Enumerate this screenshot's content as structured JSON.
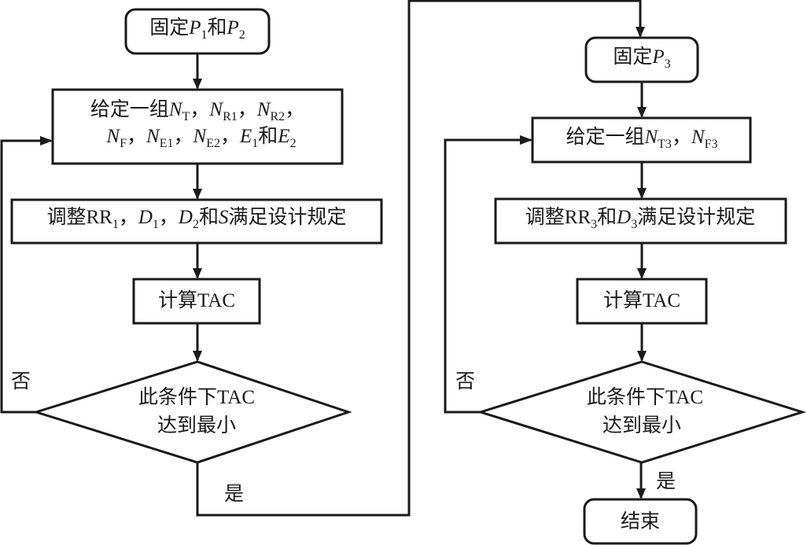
{
  "diagram": {
    "type": "flowchart",
    "left_column": {
      "start": {
        "pre": "固定",
        "v1": "P",
        "s1": "1",
        "mid": "和",
        "v2": "P",
        "s2": "2"
      },
      "input_line1": {
        "pre": "给定一组",
        "a": "N",
        "as": "T",
        "sep1": "，",
        "b": "N",
        "bs": "R1",
        "sep2": "，",
        "c": "N",
        "cs": "R2",
        "sep3": "，"
      },
      "input_line2": {
        "a": "N",
        "as": "F",
        "sep1": "，",
        "b": "N",
        "bs": "E1",
        "sep2": "，",
        "c": "N",
        "cs": "E2",
        "sep3": "，",
        "d": "E",
        "ds": "1",
        "mid": "和",
        "e": "E",
        "es": "2"
      },
      "adjust": {
        "pre": "调整RR",
        "s0": "1",
        "sep1": "，",
        "a": "D",
        "as": "1",
        "sep2": "，",
        "b": "D",
        "bs": "2",
        "mid": "和",
        "c": "S",
        "post": "满足设计规定"
      },
      "compute": "计算TAC",
      "decision_line1": "此条件下TAC",
      "decision_line2": "达到最小",
      "no_label": "否",
      "yes_label": "是"
    },
    "right_column": {
      "start": {
        "pre": "固定",
        "v1": "P",
        "s1": "3"
      },
      "input": {
        "pre": "给定一组",
        "a": "N",
        "as": "T3",
        "sep": "，",
        "b": "N",
        "bs": "F3"
      },
      "adjust": {
        "pre": "调整RR",
        "s0": "3",
        "mid": "和",
        "a": "D",
        "as": "3",
        "post": "满足设计规定"
      },
      "compute": "计算TAC",
      "decision_line1": "此条件下TAC",
      "decision_line2": "达到最小",
      "no_label": "否",
      "yes_label": "是",
      "end": "结束"
    }
  }
}
